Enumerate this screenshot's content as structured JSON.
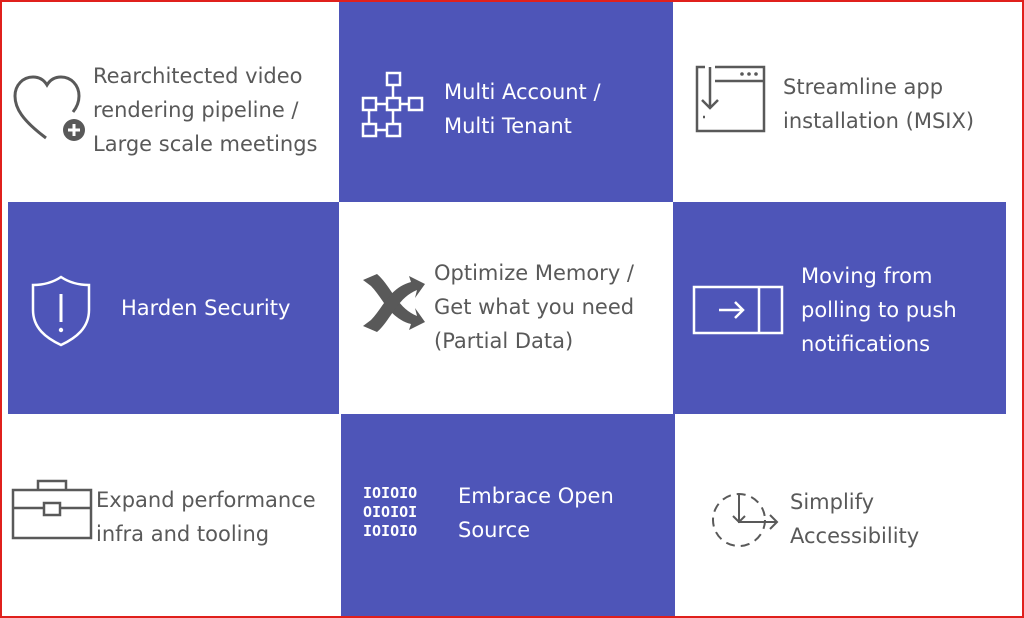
{
  "tiles": {
    "video": {
      "lines": [
        "Rearchitected video",
        "rendering pipeline /",
        "Large scale meetings"
      ],
      "icon": "heart-plus-icon"
    },
    "account": {
      "lines": [
        "Multi Account /",
        "Multi Tenant"
      ],
      "icon": "org-chart-icon"
    },
    "msix": {
      "lines": [
        "Streamline app",
        "installation (MSIX)"
      ],
      "icon": "app-install-icon"
    },
    "security": {
      "lines": [
        "Harden Security"
      ],
      "icon": "shield-alert-icon"
    },
    "memory": {
      "lines": [
        "Optimize Memory /",
        "Get what you need",
        "(Partial Data)"
      ],
      "icon": "shuffle-arrows-icon"
    },
    "push": {
      "lines": [
        "Moving from",
        "polling to push",
        "notifications"
      ],
      "icon": "arrow-box-icon"
    },
    "perf": {
      "lines": [
        "Expand performance",
        "infra and tooling"
      ],
      "icon": "toolbox-icon"
    },
    "opensource": {
      "lines": [
        "Embrace Open",
        "Source"
      ],
      "icon": "binary-code-icon",
      "binary": [
        "IOIOIO",
        "OIOIOI",
        "IOIOIO"
      ]
    },
    "accessibility": {
      "lines": [
        "Simplify",
        "Accessibility"
      ],
      "icon": "dashed-circle-arrow-icon"
    }
  },
  "colors": {
    "tile_blue": "#4e55b8",
    "tile_white": "#ffffff",
    "text_gray": "#595959",
    "border_red": "#e0201c"
  }
}
